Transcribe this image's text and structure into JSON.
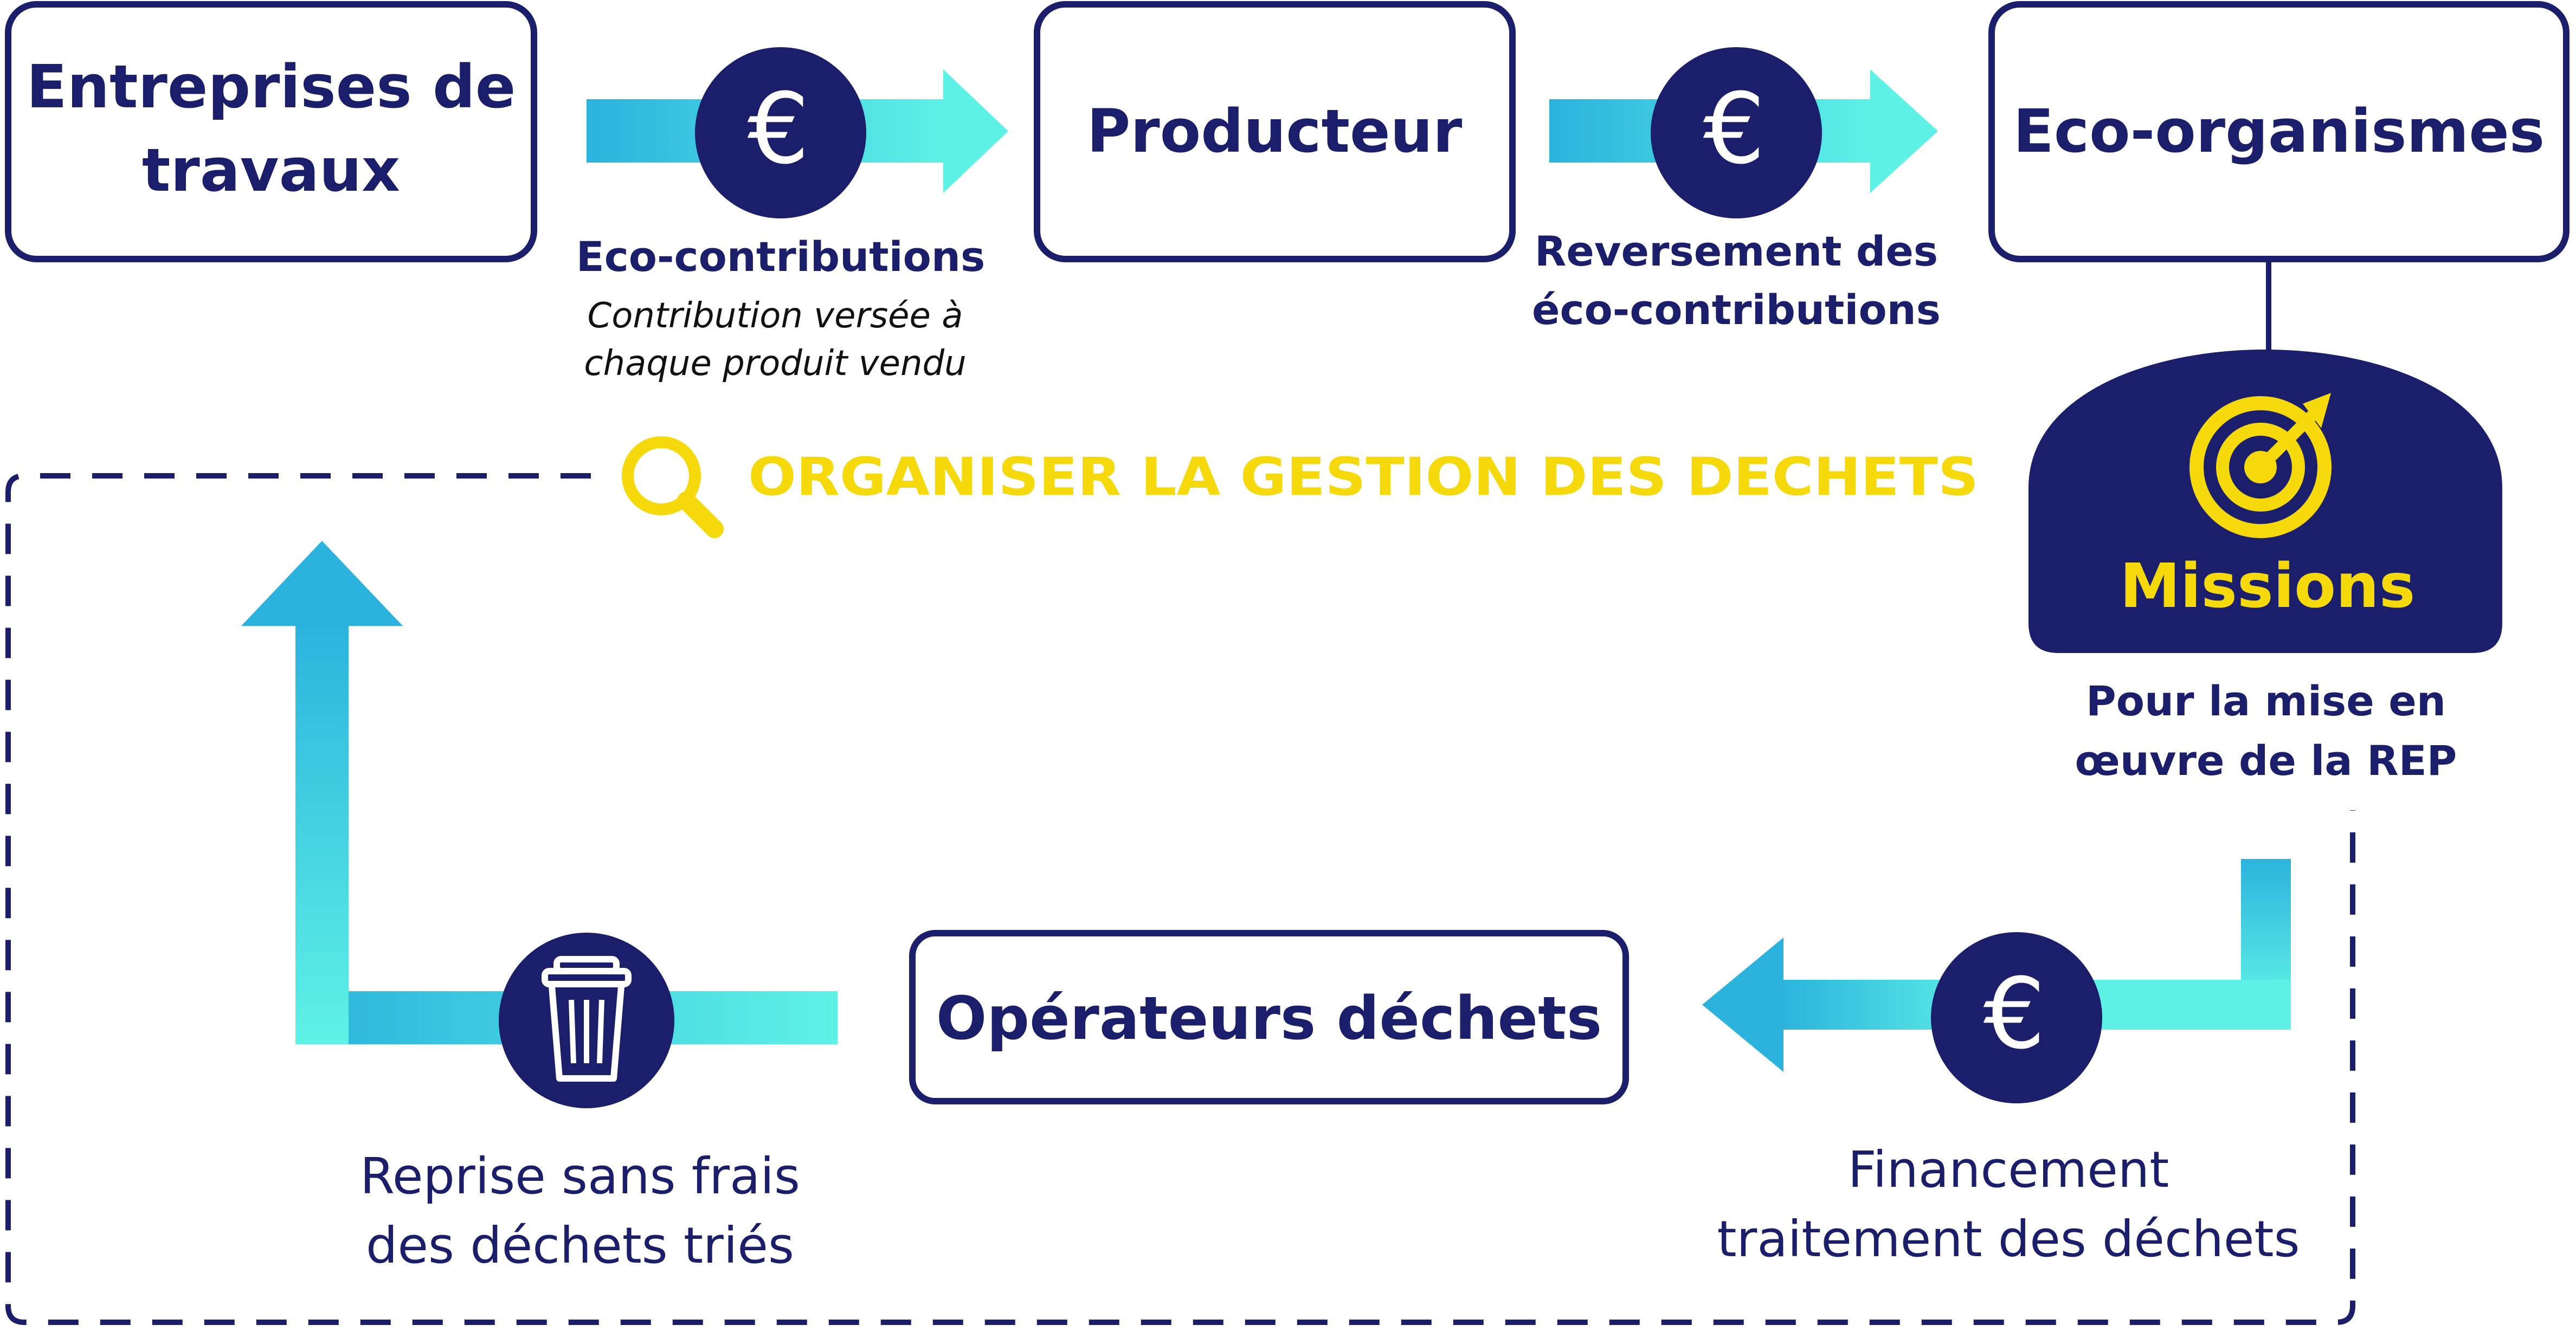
{
  "colors": {
    "navy": "#1b1f6b",
    "yellow": "#f5d90a",
    "cyan_light": "#5ef2e6",
    "cyan_dark": "#2bb3dd",
    "white": "#ffffff"
  },
  "nodes": {
    "entreprises": {
      "line1": "Entreprises de",
      "line2": "travaux"
    },
    "producteur": {
      "label": "Producteur"
    },
    "eco_organismes": {
      "label": "Eco-organismes"
    },
    "operateurs": {
      "label": "Opérateurs déchets"
    },
    "missions": {
      "label": "Missions",
      "icon": "target-icon"
    }
  },
  "flows": {
    "eco_contributions": {
      "title": "Eco-contributions",
      "subtitle_line1": "Contribution versée à",
      "subtitle_line2": "chaque produit vendu",
      "icon": "euro-icon"
    },
    "reversement": {
      "line1": "Reversement des",
      "line2": "éco-contributions",
      "icon": "euro-icon"
    },
    "missions_caption": {
      "line1": "Pour la mise en",
      "line2": "œuvre de la REP"
    },
    "financement": {
      "line1": "Financement",
      "line2": "traitement des déchets",
      "icon": "euro-icon"
    },
    "reprise": {
      "line1": "Reprise sans frais",
      "line2": "des déchets triés",
      "icon": "trash-icon"
    }
  },
  "banner": {
    "label": "ORGANISER LA GESTION DES DECHETS",
    "icon": "search-icon"
  },
  "symbols": {
    "euro": "€"
  }
}
